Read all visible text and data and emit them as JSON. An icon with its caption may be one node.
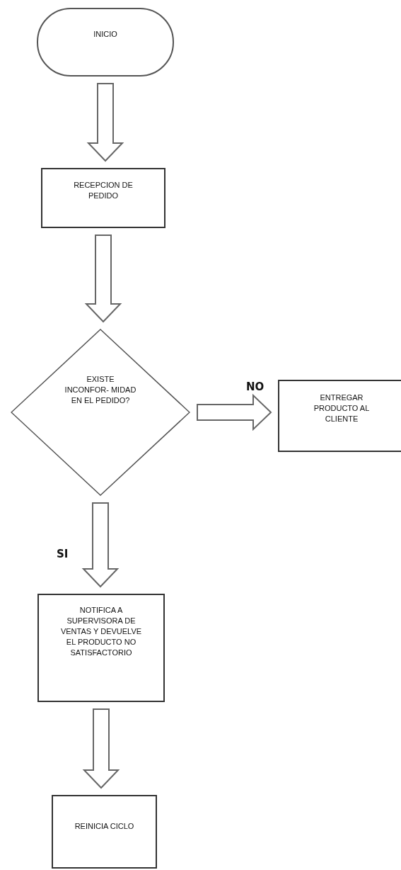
{
  "diagram": {
    "nodes": [
      {
        "text": [
          "INICIO"
        ]
      },
      {
        "text": [
          "RECEPCION DE PEDIDO"
        ]
      },
      {
        "text": [
          "EXISTE INCONFOR- MIDAD EN EL PEDIDO?"
        ]
      },
      {
        "text": [
          "ENTREGAR PRODUCTO AL CLIENTE"
        ]
      },
      {
        "text": [
          "NOTIFICA A SUPERVISORA DE VENTAS Y DEVUELVE EL PRODUCTO NO SATISFACTORIO"
        ]
      },
      {
        "text": [
          "REINICIA CICLO"
        ]
      }
    ],
    "edges": [
      {
        "from": 0,
        "to": 1,
        "arrow": "to"
      },
      {
        "from": 1,
        "to": 2,
        "arrow": "to"
      },
      {
        "from": 2,
        "to": 3,
        "arrow": "to",
        "label": "NO"
      },
      {
        "from": 2,
        "to": 4,
        "arrow": "to",
        "label": "SI"
      },
      {
        "from": 4,
        "to": 5,
        "arrow": "to"
      }
    ]
  }
}
